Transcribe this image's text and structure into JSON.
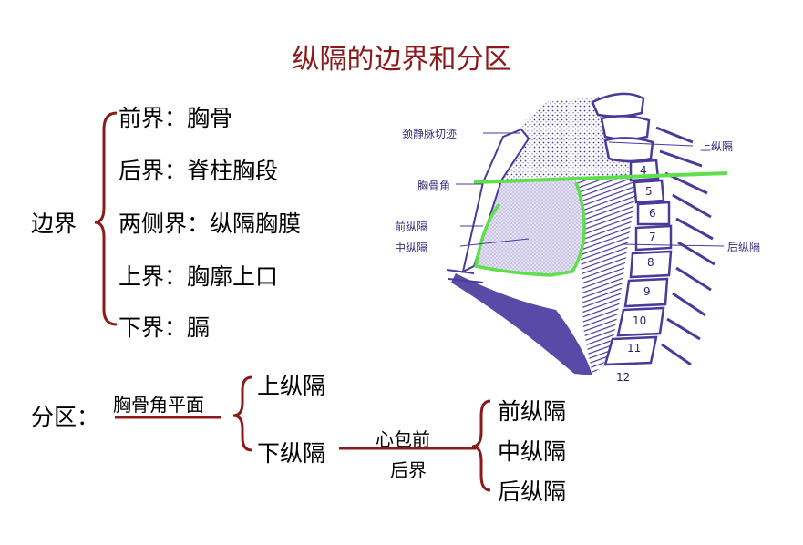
{
  "title": "纵隔的边界和分区",
  "boundaries": {
    "label": "边界",
    "items": [
      "前界：胸骨",
      "后界：脊柱胸段",
      "两侧界：纵隔胸膜",
      "上界：胸廓上口",
      "下界：膈"
    ]
  },
  "division": {
    "label": "分区：",
    "plane": "胸骨角平面",
    "upper": "上纵隔",
    "lower": "下纵隔",
    "pericardium_line1": "心包前",
    "pericardium_line2": "后界",
    "sub": [
      "前纵隔",
      "中纵隔",
      "后纵隔"
    ]
  },
  "anatomy": {
    "labels": {
      "jugular_notch": "颈静脉切迹",
      "sternal_angle": "胸骨角",
      "anterior": "前纵隔",
      "middle": "中纵隔",
      "superior": "上纵隔",
      "posterior": "后纵隔"
    },
    "vertebrae": [
      "4",
      "5",
      "6",
      "7",
      "8",
      "9",
      "10",
      "11",
      "12"
    ]
  },
  "colors": {
    "title": "#8b1a1a",
    "brace": "#8b1a1a",
    "figure": "#4a3a9a",
    "green_line": "#5ee04a"
  }
}
